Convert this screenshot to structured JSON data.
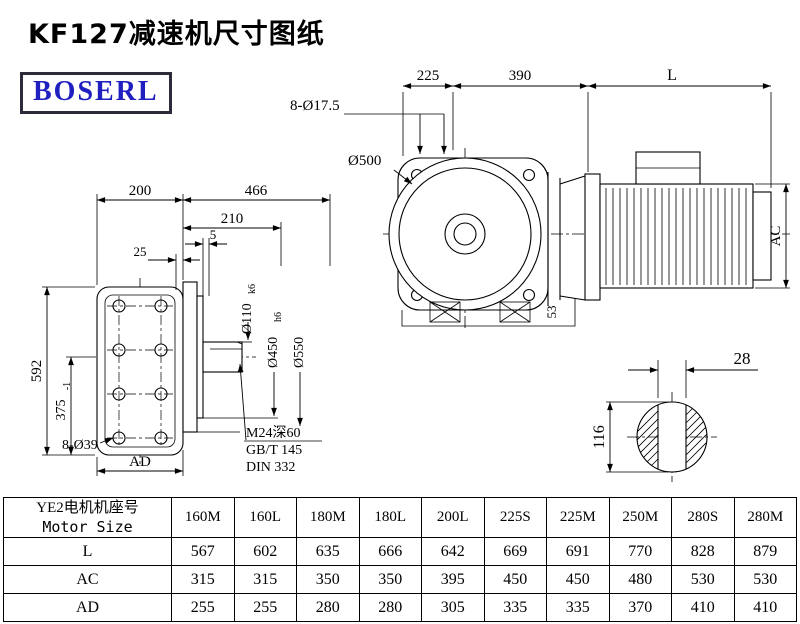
{
  "title": "KF127减速机尺寸图纸",
  "logo": "BOSERL",
  "drawing": {
    "front_view": {
      "dim_225": "225",
      "dim_390": "390",
      "dim_L": "L",
      "dim_holes": "8-Ø17.5",
      "dim_circle": "Ø500",
      "dim_AC": "AC",
      "dim_53": "53"
    },
    "side_view": {
      "dim_200": "200",
      "dim_466": "466",
      "dim_210": "210",
      "dim_5": "5",
      "dim_25": "25",
      "dim_592": "592",
      "dim_375": "375",
      "dim_375_tol": "-1",
      "dim_holes": "8-Ø39",
      "dim_AD": "AD",
      "dim_shaft": "Ø110",
      "dim_shaft_tol": "k6",
      "dim_flange": "Ø450",
      "dim_flange_tol": "h6",
      "dim_outer": "Ø550",
      "note_tap": "M24深60",
      "note_std1": "GB/T 145",
      "note_std2": "DIN 332"
    },
    "shaft_section": {
      "dim_28": "28",
      "dim_116": "116"
    }
  },
  "table": {
    "header_line1": "YE2电机机座号",
    "header_line2": "Motor Size",
    "columns": [
      "160M",
      "160L",
      "180M",
      "180L",
      "200L",
      "225S",
      "225M",
      "250M",
      "280S",
      "280M"
    ],
    "rows": [
      {
        "label": "L",
        "values": [
          567,
          602,
          635,
          666,
          642,
          669,
          691,
          770,
          828,
          879
        ]
      },
      {
        "label": "AC",
        "values": [
          315,
          315,
          350,
          350,
          395,
          450,
          450,
          480,
          530,
          530
        ]
      },
      {
        "label": "AD",
        "values": [
          255,
          255,
          280,
          280,
          305,
          335,
          335,
          370,
          410,
          410
        ]
      }
    ]
  }
}
